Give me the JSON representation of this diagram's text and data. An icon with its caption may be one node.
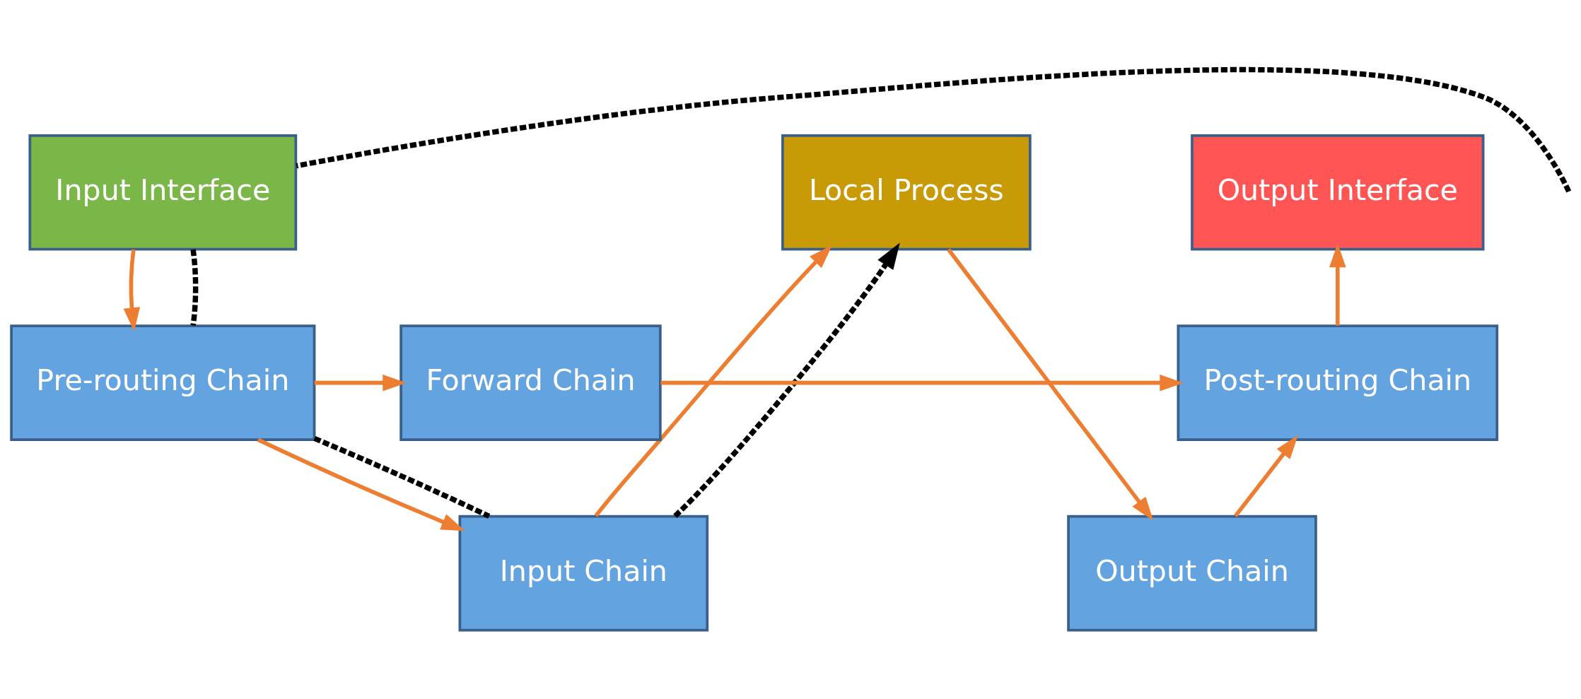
{
  "diagram": {
    "nodes": [
      {
        "text": [
          "Input Interface"
        ]
      },
      {
        "text": [
          "Local Process"
        ]
      },
      {
        "text": [
          "Output Interface"
        ]
      },
      {
        "text": [
          "Input Chain"
        ]
      },
      {
        "text": [
          "Output Chain"
        ]
      },
      {
        "text": [
          "Pre-routing Chain"
        ]
      },
      {
        "text": [
          "Forward Chain"
        ]
      },
      {
        "text": [
          "Post-routing Chain"
        ]
      }
    ],
    "edges": [
      {
        "from": 0,
        "to": 5,
        "arrow": "to"
      },
      {
        "from": 5,
        "to": 6,
        "arrow": "to"
      },
      {
        "from": 5,
        "to": 3,
        "arrow": "to"
      },
      {
        "from": 3,
        "to": 1,
        "arrow": "to"
      },
      {
        "from": 1,
        "to": 4,
        "arrow": "to"
      },
      {
        "from": 4,
        "to": 7,
        "arrow": "to"
      },
      {
        "from": 6,
        "to": 7,
        "arrow": "to"
      },
      {
        "from": 7,
        "to": 2,
        "arrow": "to"
      },
      {
        "from": null,
        "to": 0,
        "arrow": "none",
        "style": "dashed",
        "color": "#000000"
      },
      {
        "from": 0,
        "to": 5,
        "arrow": "none",
        "style": "dashed",
        "color": "#000000"
      },
      {
        "from": 5,
        "to": 3,
        "arrow": "none",
        "style": "dashed",
        "color": "#000000"
      },
      {
        "from": 3,
        "to": 1,
        "arrow": "to",
        "style": "dashed",
        "color": "#000000"
      }
    ]
  }
}
